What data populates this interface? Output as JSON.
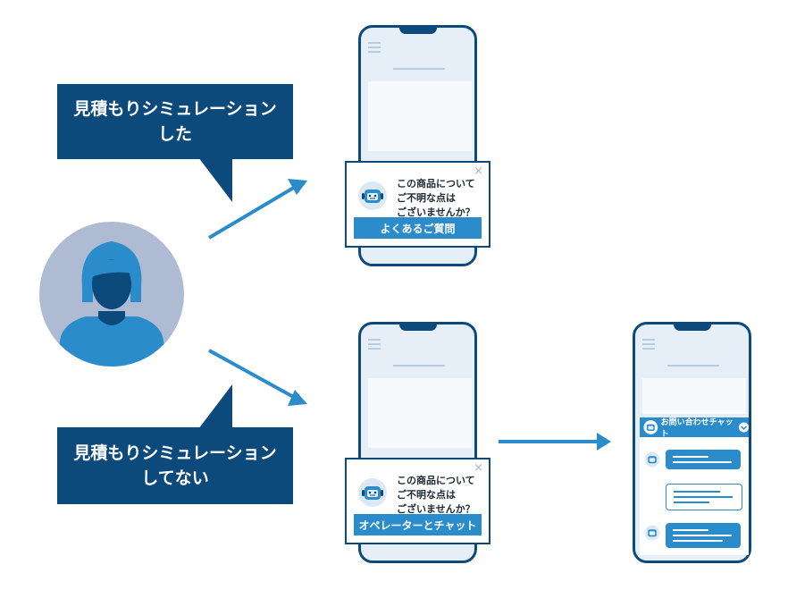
{
  "bubbles": {
    "top": {
      "line1": "見積もりシミュレーション",
      "line2": "した"
    },
    "bottom": {
      "line1": "見積もりシミュレーション",
      "line2": "してない"
    }
  },
  "popup_top": {
    "message_lines": [
      "この商品について",
      "ご不明な点は",
      "ございませんか？"
    ],
    "button_label": "よくあるご質問",
    "close_glyph": "×"
  },
  "popup_bottom": {
    "message_lines": [
      "この商品について",
      "ご不明な点は",
      "ございませんか？"
    ],
    "button_label": "オペレーターとチャット",
    "close_glyph": "×"
  },
  "chat": {
    "header_title": "お問い合わせチャット"
  },
  "icons": [
    "user-avatar-icon",
    "robot-icon",
    "chevron-down-icon",
    "close-icon",
    "hamburger-icon",
    "arrow-icon"
  ],
  "colors": {
    "navy": "#0c4a7c",
    "accent": "#2b8ccc",
    "avatar_bg": "#aebbd2",
    "screen": "#e6eef7"
  }
}
